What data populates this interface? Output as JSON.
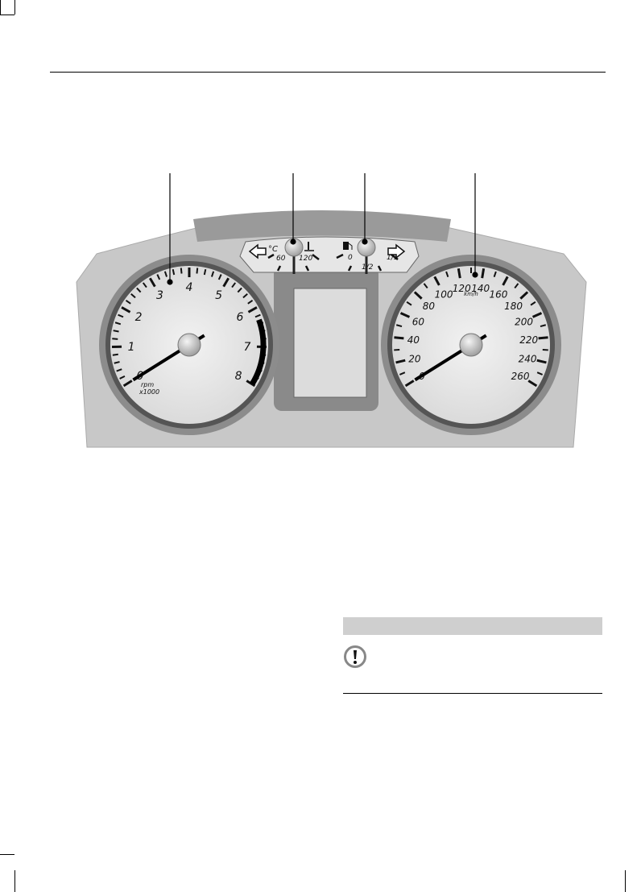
{
  "figure": {
    "tachometer": {
      "labels": [
        "0",
        "1",
        "2",
        "3",
        "4",
        "5",
        "6",
        "7",
        "8"
      ],
      "unit_line1": "rpm",
      "unit_line2": "x1000"
    },
    "speedometer": {
      "labels": [
        "0",
        "20",
        "40",
        "60",
        "80",
        "100",
        "120",
        "140",
        "160",
        "180",
        "200",
        "220",
        "240",
        "260"
      ],
      "unit": "km/h"
    },
    "temperature_gauge": {
      "unit": "°C",
      "labels": [
        "60",
        "120"
      ]
    },
    "fuel_gauge": {
      "labels": [
        "0",
        "1/2",
        "1/1"
      ]
    },
    "icons": [
      "left-turn-arrow",
      "coolant-temperature-icon",
      "fuel-pump-icon",
      "right-turn-arrow"
    ]
  },
  "warning": {
    "icon": "exclamation-circle-icon",
    "bar_color": "#cfcfcf"
  }
}
